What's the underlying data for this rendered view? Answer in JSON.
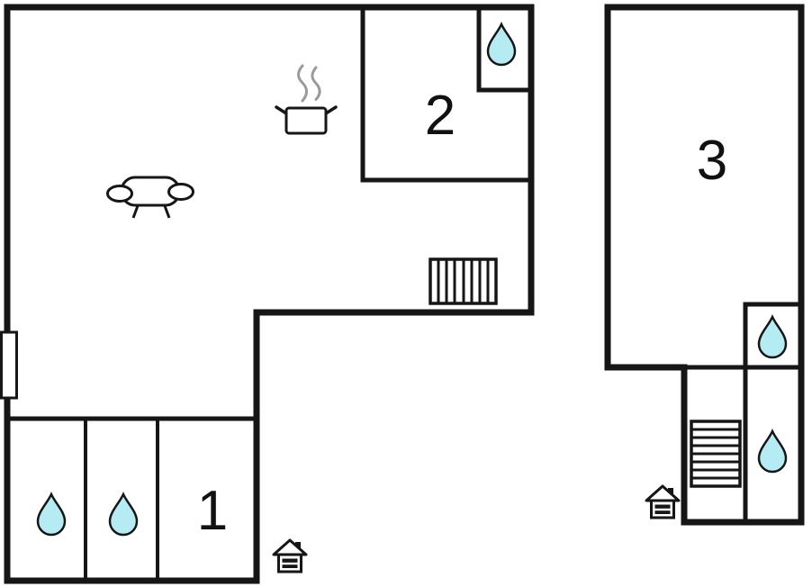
{
  "labels": {
    "room1": "1",
    "room2": "2",
    "room3": "3"
  },
  "colors": {
    "wall": "#161616",
    "background": "#ffffff",
    "water_drop_fill": "#b5ecf4",
    "steam": "#9a9a9a"
  },
  "icons": {
    "water_drop_icons": 5,
    "stairs_icons": 2,
    "house_icons": 2,
    "pot_icon": 1,
    "steam_icon": 1,
    "sofa_icon": 1,
    "window_icon": 1
  }
}
